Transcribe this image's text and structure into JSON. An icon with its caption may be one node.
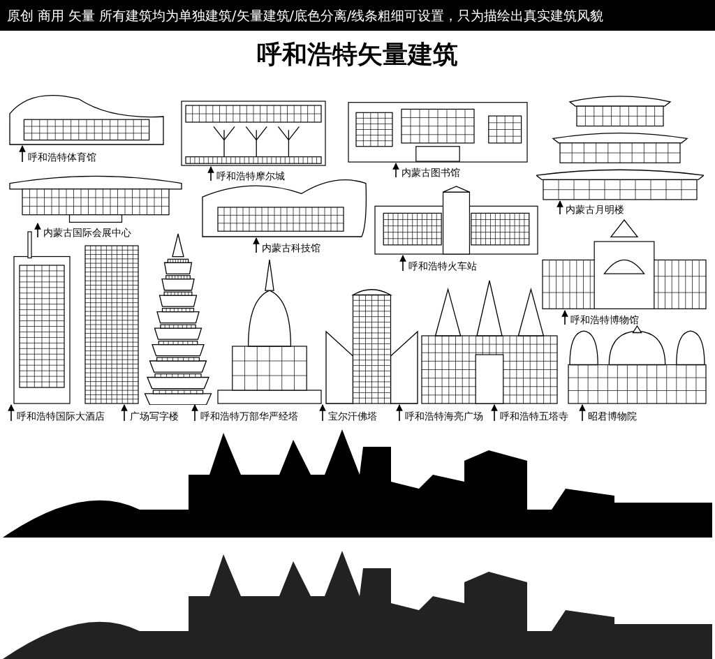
{
  "diagram": {
    "title": "呼和浩特矢量建筑",
    "nodes": [
      {
        "text": [],
        "shape": "picture"
      },
      {
        "text": [
          "呼和浩特体育馆"
        ]
      },
      {
        "text": [],
        "shape": "picture"
      },
      {
        "text": [
          "呼和浩特摩尔城"
        ]
      },
      {
        "text": [],
        "shape": "picture"
      },
      {
        "text": [
          "内蒙古图书馆"
        ]
      },
      {
        "text": [],
        "shape": "picture"
      },
      {
        "text": [
          "内蒙古月明楼"
        ]
      },
      {
        "text": [],
        "shape": "picture"
      },
      {
        "text": [
          "内蒙古国际会展中心"
        ]
      },
      {
        "text": [],
        "shape": "picture"
      },
      {
        "text": [
          "内蒙古科技馆"
        ]
      },
      {
        "text": [],
        "shape": "picture"
      },
      {
        "text": [
          "呼和浩特火车站"
        ]
      },
      {
        "text": [],
        "shape": "picture"
      },
      {
        "text": [
          "呼和浩特博物馆"
        ]
      },
      {
        "text": [],
        "shape": "picture"
      },
      {
        "text": [
          "呼和浩特国际大酒店"
        ]
      },
      {
        "text": [],
        "shape": "picture"
      },
      {
        "text": [
          "广场写字楼"
        ]
      },
      {
        "text": [],
        "shape": "picture"
      },
      {
        "text": [
          "呼和浩特万部华严经塔"
        ]
      },
      {
        "text": [],
        "shape": "picture"
      },
      {
        "text": [
          "宝尔汗佛塔"
        ]
      },
      {
        "text": [],
        "shape": "picture"
      },
      {
        "text": [
          "呼和浩特海亮广场"
        ]
      },
      {
        "text": [],
        "shape": "picture"
      },
      {
        "text": [
          "呼和浩特五塔寺"
        ]
      },
      {
        "text": [],
        "shape": "picture"
      },
      {
        "text": [
          "昭君博物院"
        ]
      }
    ],
    "edges": [
      {
        "from": 1,
        "to": 0,
        "arrow": "to"
      },
      {
        "from": 3,
        "to": 2,
        "arrow": "to"
      },
      {
        "from": 5,
        "to": 4,
        "arrow": "to"
      },
      {
        "from": 7,
        "to": 6,
        "arrow": "to"
      },
      {
        "from": 9,
        "to": 8,
        "arrow": "to"
      },
      {
        "from": 11,
        "to": 10,
        "arrow": "to"
      },
      {
        "from": 13,
        "to": 12,
        "arrow": "to"
      },
      {
        "from": 15,
        "to": 14,
        "arrow": "to"
      },
      {
        "from": 17,
        "to": 16,
        "arrow": "to"
      },
      {
        "from": 19,
        "to": 18,
        "arrow": "to"
      },
      {
        "from": 21,
        "to": 20,
        "arrow": "to"
      },
      {
        "from": 23,
        "to": 22,
        "arrow": "to"
      },
      {
        "from": 25,
        "to": 24,
        "arrow": "to"
      },
      {
        "from": 27,
        "to": 26,
        "arrow": "to"
      },
      {
        "from": 29,
        "to": 28,
        "arrow": "to"
      }
    ],
    "labels": [
      "原创  商用  矢量  所有建筑均为单独建筑/矢量建筑/底色分离/线条粗细可设置，只为描绘出真实建筑风貌"
    ]
  }
}
